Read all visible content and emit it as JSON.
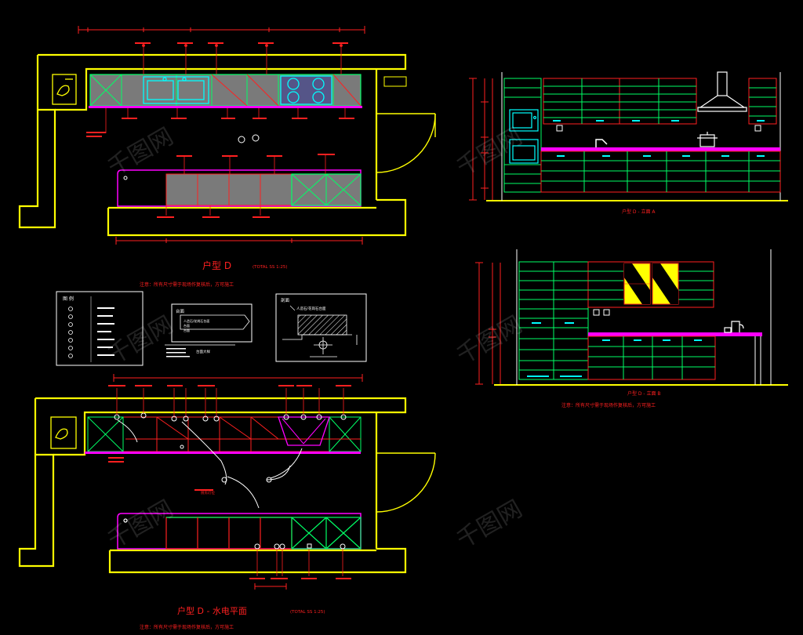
{
  "colors": {
    "background": "#000000",
    "wall": "#ffff00",
    "cabinet": "#00ff66",
    "appliance": "#00ffff",
    "dimension": "#ff2020",
    "counter": "#ff00ff",
    "annotation": "#ffffff"
  },
  "plan_kitchen": {
    "title": "户型 D",
    "scale": "(TOTAL SS 1:25)",
    "note": "注意：所有尺寸需于现场作复核后，方可施工"
  },
  "plan_water_electric": {
    "title": "户型 D - 水电平面",
    "scale": "(TOTAL SS 1:25)",
    "note": "注意：所有尺寸需于现场作复核后，方可施工",
    "center_label": "厨房灯位"
  },
  "elevation_a": {
    "title": "户型 D - 立面 A"
  },
  "elevation_b": {
    "title": "户型 D - 立面 B",
    "note": "注意：所有尺寸需于现场作复核后，方可施工"
  },
  "legend": {
    "title": "图 例"
  },
  "counter_detail": {
    "title": "台面",
    "lines": [
      "人造石/花岗石台面",
      "台面",
      "台面"
    ],
    "sub_title": "台面大样"
  },
  "section_detail": {
    "title": "剖面",
    "label": "人造石/花岗石台面"
  },
  "watermark": {
    "text": "千图网",
    "icon": "watermark-logo-icon"
  }
}
